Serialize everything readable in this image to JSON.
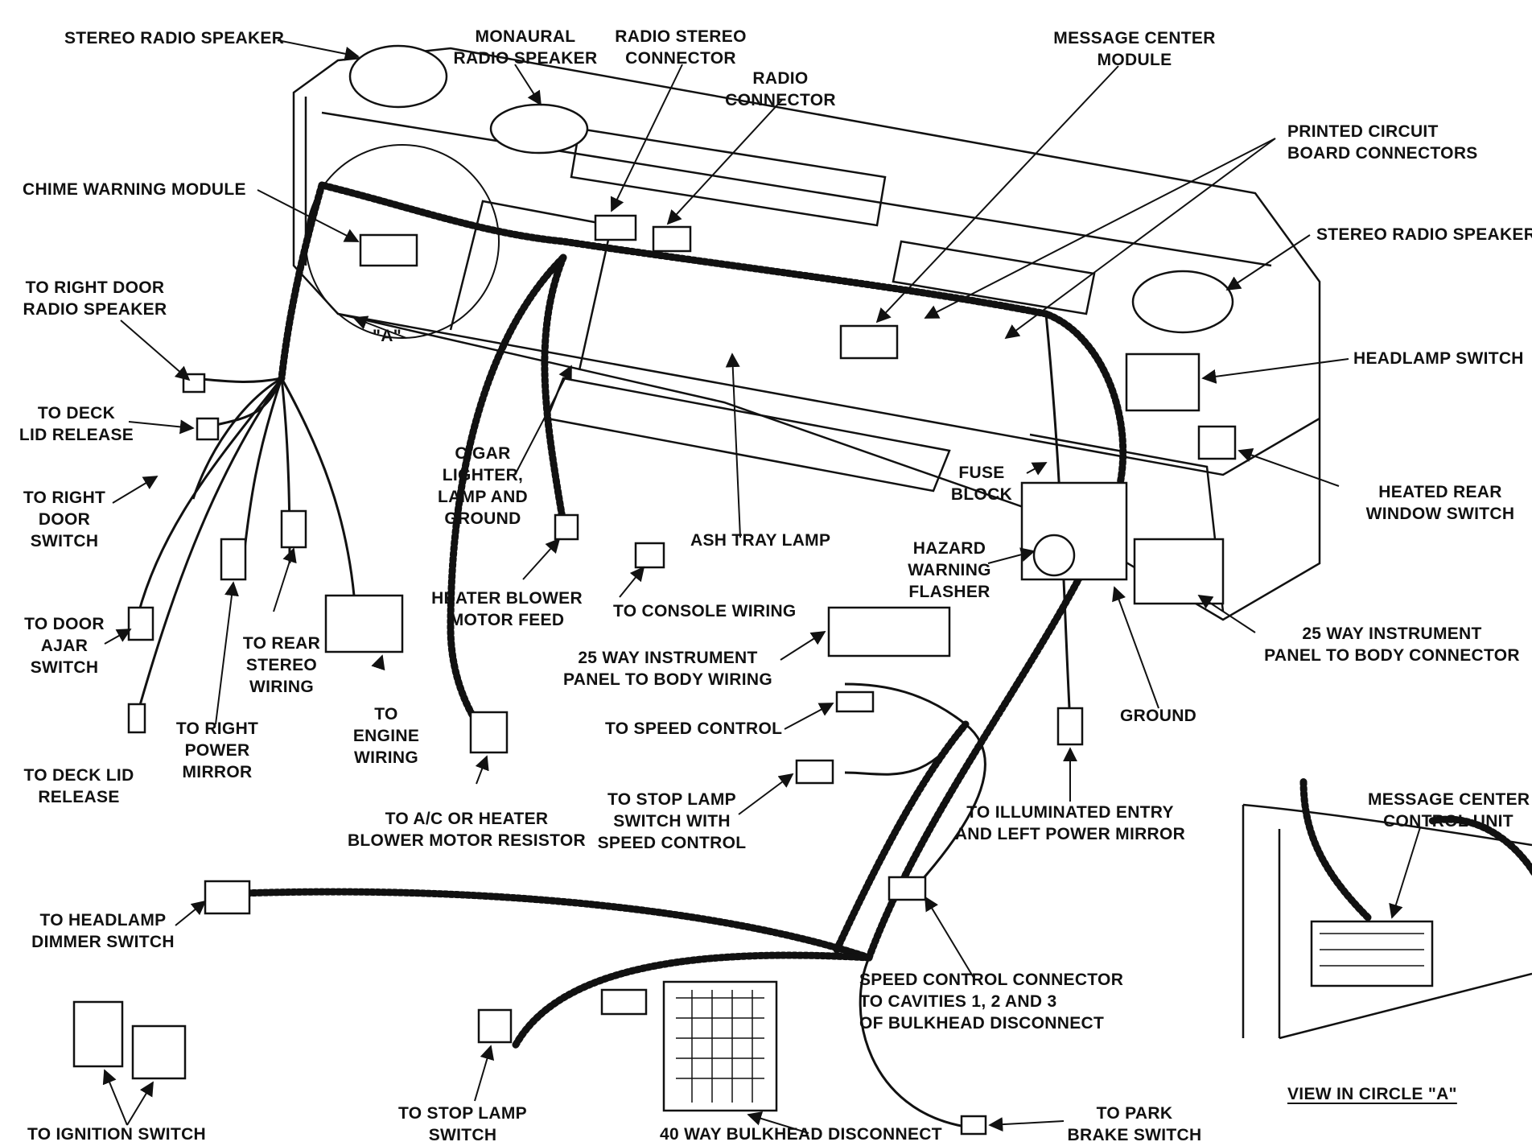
{
  "diagram": {
    "labels": {
      "stereo_radio_speaker_left": "STEREO RADIO SPEAKER",
      "monaural_radio_speaker": [
        "MONAURAL",
        "RADIO SPEAKER"
      ],
      "radio_stereo_connector": [
        "RADIO STEREO",
        "CONNECTOR"
      ],
      "radio_connector": [
        "RADIO",
        "CONNECTOR"
      ],
      "message_center_module": [
        "MESSAGE CENTER",
        "MODULE"
      ],
      "printed_circuit_board_connectors": [
        "PRINTED CIRCUIT",
        "BOARD CONNECTORS"
      ],
      "chime_warning_module": "CHIME WARNING MODULE",
      "stereo_radio_speaker_right": "STEREO RADIO SPEAKER",
      "to_right_door_radio_speaker": [
        "TO RIGHT DOOR",
        "RADIO SPEAKER"
      ],
      "circle_a": "\"A\"",
      "headlamp_switch": "HEADLAMP SWITCH",
      "to_deck_lid_release_upper": [
        "TO DECK",
        "LID RELEASE"
      ],
      "to_right_door_switch": [
        "TO RIGHT",
        "DOOR",
        "SWITCH"
      ],
      "cigar_lighter": [
        "CIGAR",
        "LIGHTER,",
        "LAMP AND",
        "GROUND"
      ],
      "fuse_block": [
        "FUSE",
        "BLOCK"
      ],
      "heated_rear_window_switch": [
        "HEATED REAR",
        "WINDOW SWITCH"
      ],
      "ash_tray_lamp": "ASH TRAY LAMP",
      "hazard_warning_flasher": [
        "HAZARD",
        "WARNING",
        "FLASHER"
      ],
      "heater_blower_motor_feed": [
        "HEATER BLOWER",
        "MOTOR FEED"
      ],
      "to_console_wiring": "TO CONSOLE WIRING",
      "to_door_ajar_switch": [
        "TO DOOR",
        "AJAR",
        "SWITCH"
      ],
      "to_rear_stereo_wiring": [
        "TO REAR",
        "STEREO",
        "WIRING"
      ],
      "panel_to_body_wiring": [
        "25 WAY INSTRUMENT",
        "PANEL TO BODY WIRING"
      ],
      "panel_to_body_connector": [
        "25 WAY INSTRUMENT",
        "PANEL TO BODY CONNECTOR"
      ],
      "to_engine_wiring": [
        "TO",
        "ENGINE",
        "WIRING"
      ],
      "ground": "GROUND",
      "to_speed_control": "TO SPEED CONTROL",
      "to_right_power_mirror": [
        "TO RIGHT",
        "POWER",
        "MIRROR"
      ],
      "to_deck_lid_release_lower": [
        "TO DECK LID",
        "RELEASE"
      ],
      "to_ac_heater_resistor": [
        "TO A/C OR HEATER",
        "BLOWER MOTOR RESISTOR"
      ],
      "to_stop_lamp_switch_speed": [
        "TO STOP LAMP",
        "SWITCH WITH",
        "SPEED CONTROL"
      ],
      "to_illuminated_entry": [
        "TO ILLUMINATED ENTRY",
        "AND LEFT POWER MIRROR"
      ],
      "message_center_control_unit": [
        "MESSAGE CENTER",
        "CONTROL UNIT"
      ],
      "to_headlamp_dimmer_switch": [
        "TO HEADLAMP",
        "DIMMER SWITCH"
      ],
      "speed_control_connector": [
        "SPEED CONTROL CONNECTOR",
        "TO CAVITIES 1, 2 AND 3",
        "OF BULKHEAD DISCONNECT"
      ],
      "view_in_circle_a": "VIEW IN CIRCLE \"A\"",
      "to_ignition_switch": "TO IGNITION SWITCH",
      "to_stop_lamp_switch": [
        "TO STOP LAMP",
        "SWITCH"
      ],
      "bulkhead_disconnect": "40 WAY BULKHEAD DISCONNECT",
      "to_park_brake_switch": [
        "TO PARK",
        "BRAKE SWITCH"
      ]
    }
  }
}
